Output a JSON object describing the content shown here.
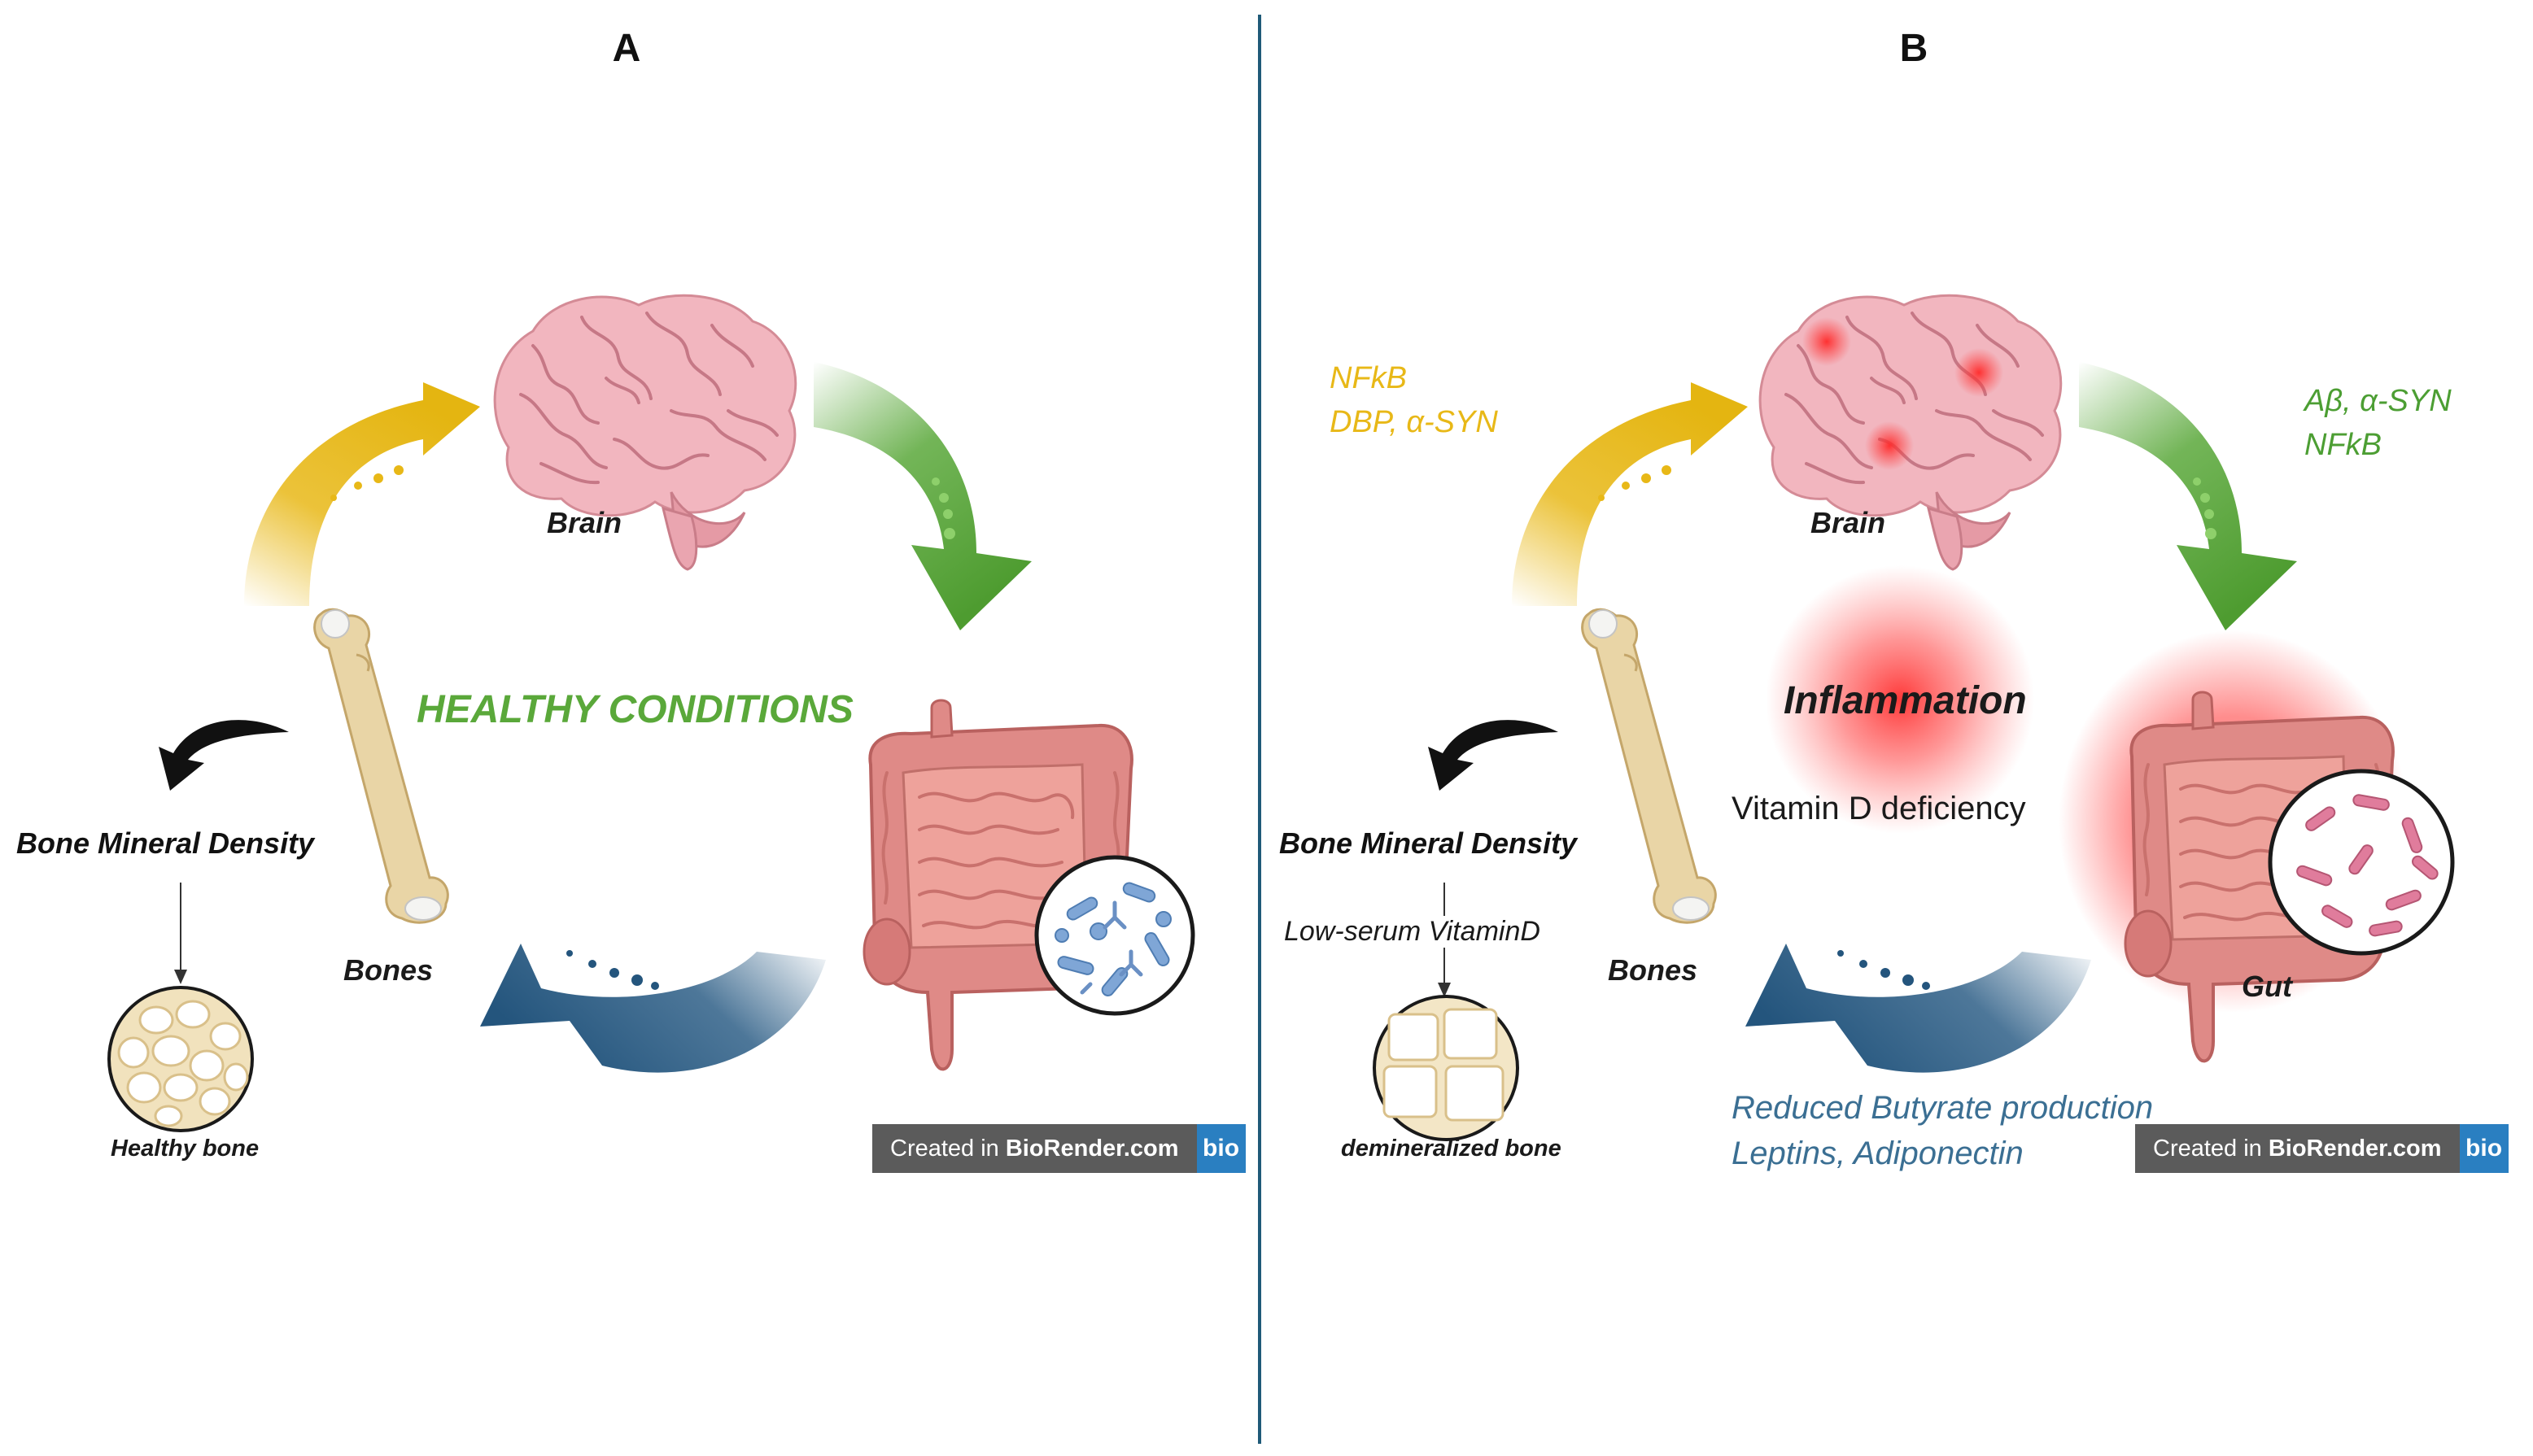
{
  "panels": {
    "A": {
      "letter": "A",
      "brain_label": "Brain",
      "bones_label": "Bones",
      "condition_label": "HEALTHY CONDITIONS",
      "bone_density_label": "Bone Mineral Density",
      "bone_state_label": "Healthy bone",
      "badge_prefix": "Created in",
      "badge_brand": "BioRender.com",
      "badge_logo": "bio"
    },
    "B": {
      "letter": "B",
      "brain_label": "Brain",
      "bones_label": "Bones",
      "gut_label": "Gut",
      "bone_density_label": "Bone Mineral Density",
      "bone_state_label": "demineralized bone",
      "vitamin_arrow_label": "Low-serum VitaminD",
      "bone_to_brain_factors": [
        "NFkB",
        "DBP, α-SYN"
      ],
      "brain_to_gut_factors": [
        "Aβ, α-SYN",
        "NFkB"
      ],
      "gut_to_bone_factors": [
        "Reduced Butyrate production",
        "Leptins, Adiponectin"
      ],
      "inflammation_label": "Inflammation",
      "deficiency_label": "Vitamin D deficiency",
      "badge_prefix": "Created in",
      "badge_brand": "BioRender.com",
      "badge_logo": "bio"
    }
  },
  "colors": {
    "yellow_arrow": "#e8b817",
    "green_arrow": "#5aa83a",
    "blue_arrow": "#2e5f87",
    "divider": "#1f5a78",
    "inflammation": "#ff3b3b",
    "bone": "#e9d6a8",
    "brain": "#f2b8c0",
    "gut": "#e28a88"
  },
  "icons": [
    "brain-icon",
    "femur-bone-icon",
    "intestine-icon",
    "microbiota-magnifier-icon",
    "curved-arrow-icon",
    "bone-section-icon"
  ]
}
